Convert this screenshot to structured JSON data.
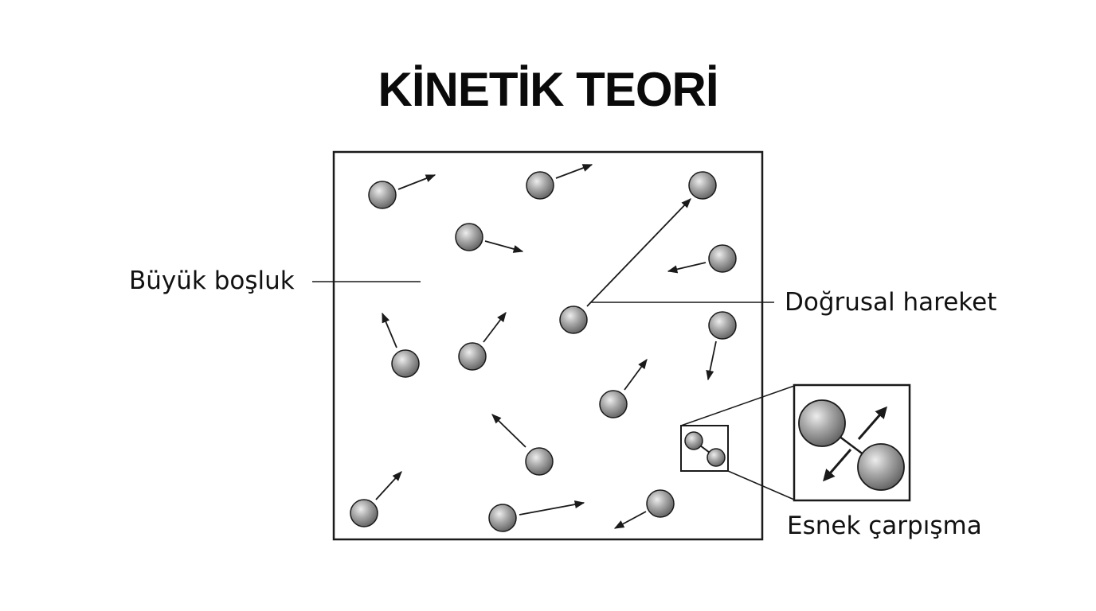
{
  "title": "KİNETİK TEORİ",
  "labels": {
    "large_space": "Büyük boşluk",
    "straight_motion": "Doğrusal hareket",
    "elastic_collision": "Esnek çarpışma"
  },
  "icons": {
    "particle": "gas-particle-sphere",
    "arrow": "velocity-arrow"
  },
  "colors": {
    "particle_light": "#d8d8d8",
    "particle_dark": "#6a6a6a",
    "outline": "#1a1a1a",
    "text": "#111111"
  }
}
